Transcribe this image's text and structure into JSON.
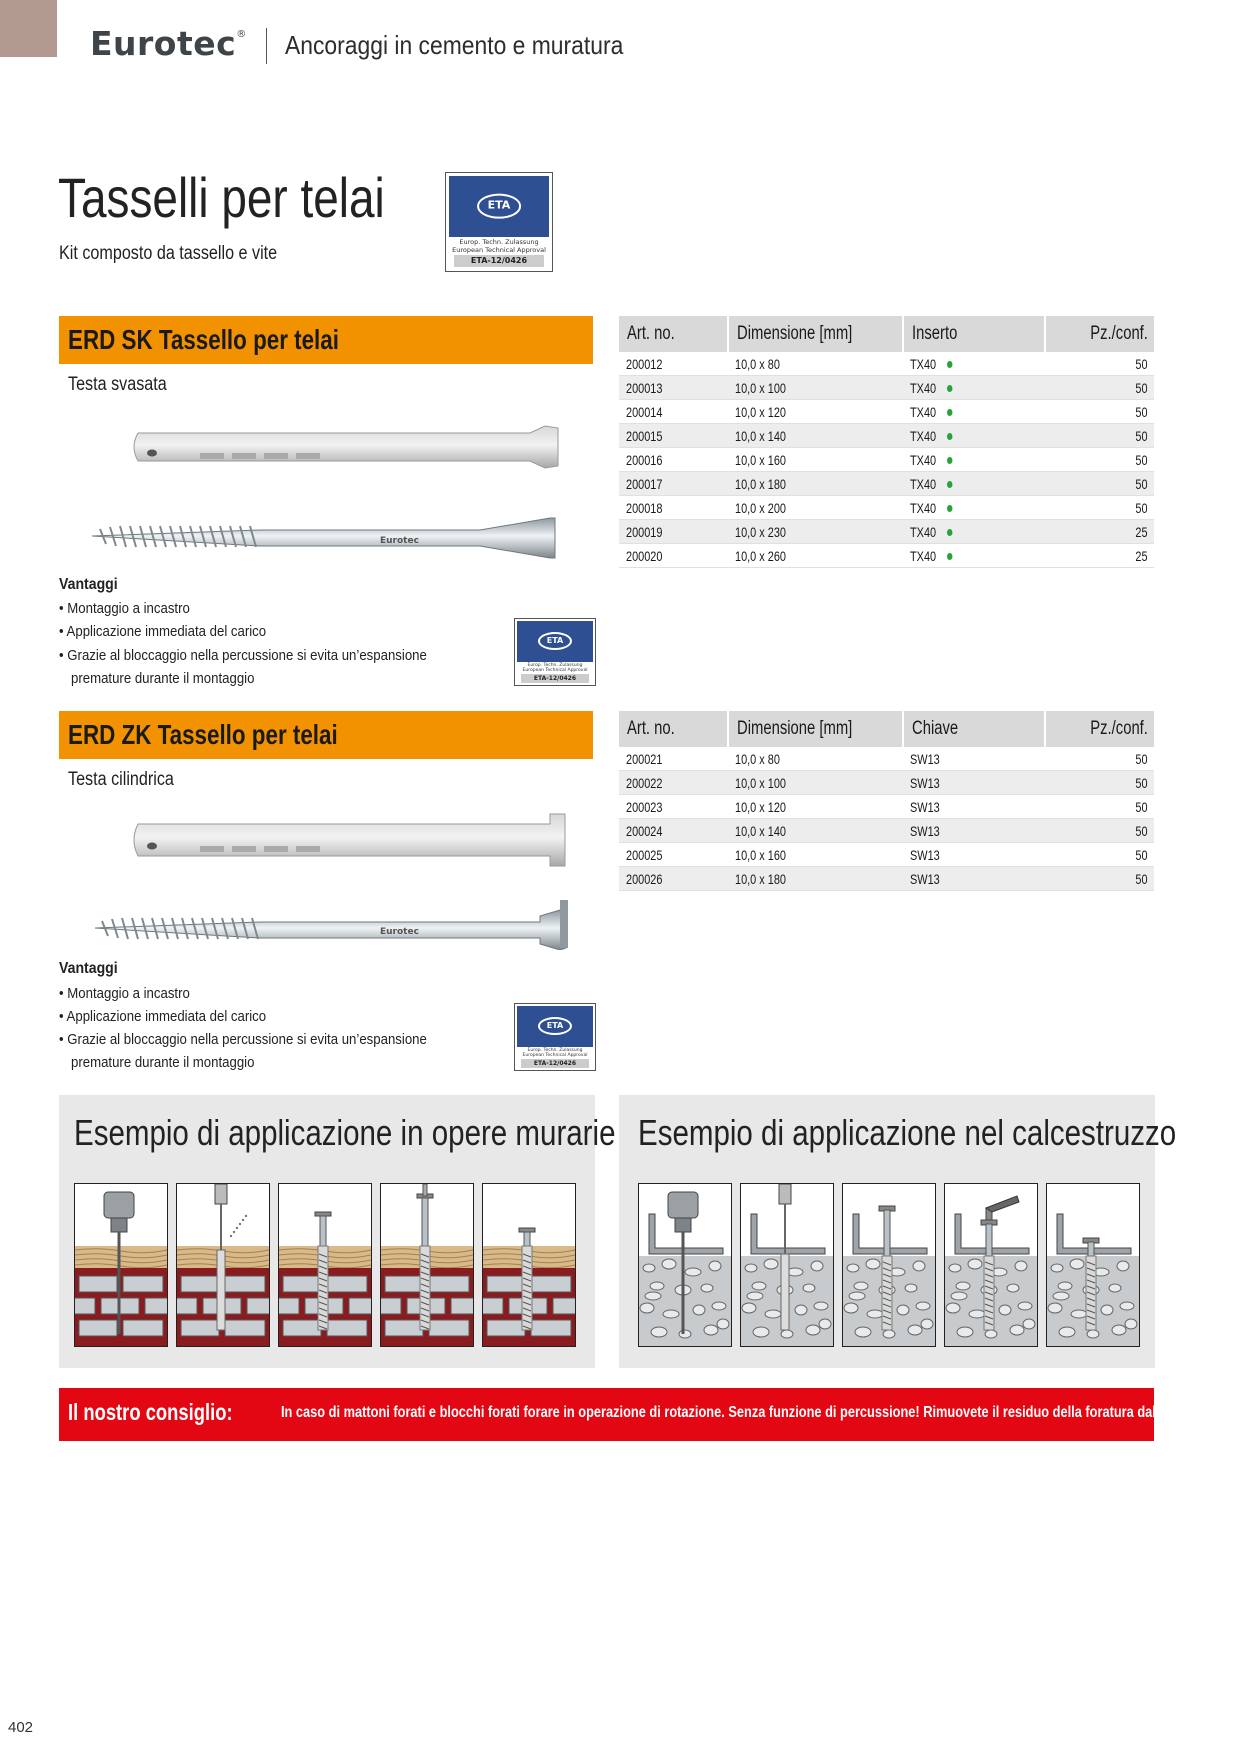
{
  "header": {
    "brand": "Eurotec",
    "registered": "®",
    "section": "Ancoraggi in cemento e muratura"
  },
  "page": {
    "title": "Tasselli per telai",
    "subtitle": "Kit composto da tassello e vite",
    "page_number": "402"
  },
  "eta_badge": {
    "logo_text": "ETA",
    "line1": "Europ. Techn. Zulassung",
    "line2": "European Technical Approval",
    "number": "ETA-12/0426"
  },
  "products": [
    {
      "name": "ERD SK Tassello per telai",
      "head": "Testa svasata",
      "screw_brand": "Eurotec",
      "vantaggi_title": "Vantaggi",
      "vantaggi": [
        "• Montaggio a incastro",
        "• Applicazione immediata del carico",
        "• Grazie al bloccaggio nella percussione si evita un’espansione",
        "premature durante il montaggio"
      ],
      "columns": [
        "Art. no.",
        "Dimensione [mm]",
        "Inserto",
        "Pz./conf."
      ],
      "rows": [
        [
          "200012",
          "10,0 x 80",
          "TX40",
          "50"
        ],
        [
          "200013",
          "10,0 x 100",
          "TX40",
          "50"
        ],
        [
          "200014",
          "10,0 x 120",
          "TX40",
          "50"
        ],
        [
          "200015",
          "10,0 x 140",
          "TX40",
          "50"
        ],
        [
          "200016",
          "10,0 x 160",
          "TX40",
          "50"
        ],
        [
          "200017",
          "10,0 x 180",
          "TX40",
          "50"
        ],
        [
          "200018",
          "10,0 x 200",
          "TX40",
          "50"
        ],
        [
          "200019",
          "10,0 x 230",
          "TX40",
          "25"
        ],
        [
          "200020",
          "10,0 x 260",
          "TX40",
          "25"
        ]
      ]
    },
    {
      "name": "ERD ZK Tassello per telai",
      "head": "Testa cilindrica",
      "screw_brand": "Eurotec",
      "vantaggi_title": "Vantaggi",
      "vantaggi": [
        "• Montaggio a incastro",
        "• Applicazione immediata del carico",
        "• Grazie al bloccaggio nella percussione si evita un’espansione",
        "premature durante il montaggio"
      ],
      "columns": [
        "Art. no.",
        "Dimensione [mm]",
        "Chiave",
        "Pz./conf."
      ],
      "rows": [
        [
          "200021",
          "10,0 x 80",
          "SW13",
          "50"
        ],
        [
          "200022",
          "10,0 x 100",
          "SW13",
          "50"
        ],
        [
          "200023",
          "10,0 x 120",
          "SW13",
          "50"
        ],
        [
          "200024",
          "10,0 x 140",
          "SW13",
          "50"
        ],
        [
          "200025",
          "10,0 x 160",
          "SW13",
          "50"
        ],
        [
          "200026",
          "10,0 x 180",
          "SW13",
          "50"
        ]
      ]
    }
  ],
  "examples": {
    "masonry_title": "Esempio di applicazione in opere murarie",
    "concrete_title": "Esempio di applicazione nel calcestruzzo"
  },
  "tip": {
    "label": "Il nostro consiglio:",
    "text": "In caso di mattoni forati e blocchi forati forare in operazione di rotazione. Senza funzione di percussione! Rimuovete il residuo della foratura dal foro."
  },
  "colors": {
    "orange": "#f39200",
    "red": "#e30613",
    "eta_blue": "#2f4f93",
    "green_dot": "#27a33a",
    "brick": "#8a1c1f"
  }
}
